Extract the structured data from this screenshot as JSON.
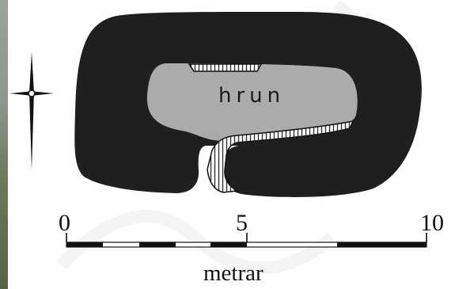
{
  "plan": {
    "room_label": "hrun"
  },
  "scale_bar": {
    "tick_labels": [
      "0",
      "5",
      "10"
    ],
    "unit": "metrar"
  },
  "colors": {
    "wall": "#1f1f1f",
    "interior": "#ababab",
    "hatch": "#333333",
    "background": "#ffffff"
  }
}
